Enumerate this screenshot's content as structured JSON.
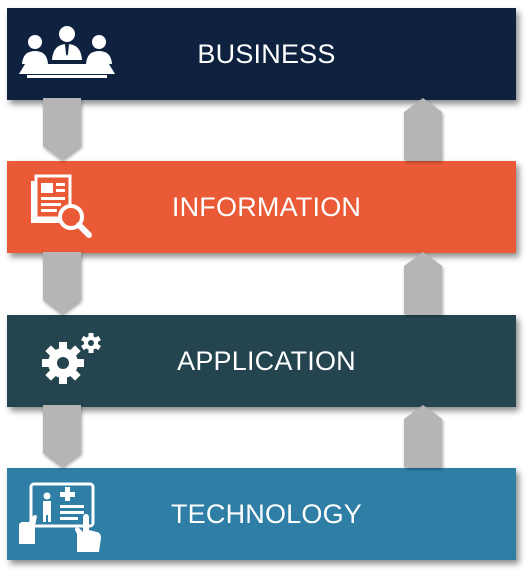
{
  "layers": [
    {
      "label": "BUSINESS",
      "color": "#0e2240",
      "icon": "business-meeting-icon"
    },
    {
      "label": "INFORMATION",
      "color": "#ea5a37",
      "icon": "document-search-icon"
    },
    {
      "label": "APPLICATION",
      "color": "#24454f",
      "icon": "gears-icon"
    },
    {
      "label": "TECHNOLOGY",
      "color": "#2e7ea6",
      "icon": "touchscreen-medical-icon"
    }
  ],
  "connectors": {
    "down_color": "#b5b5b5",
    "up_color": "#b5b5b5"
  }
}
